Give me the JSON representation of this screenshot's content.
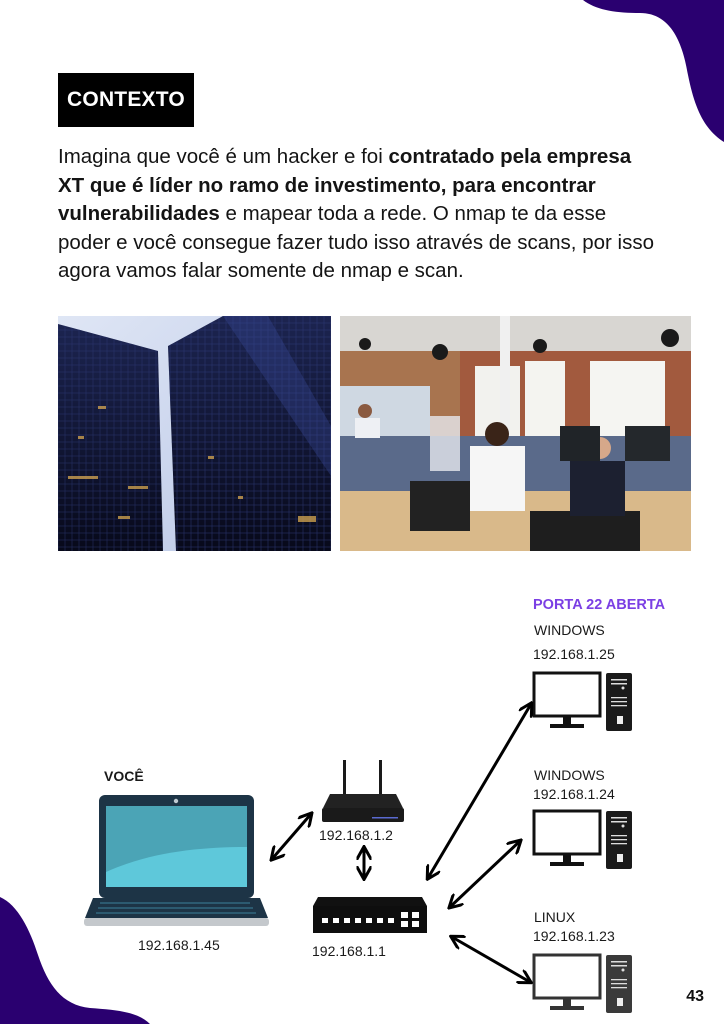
{
  "page": {
    "heading": "CONTEXTO",
    "page_number": "43",
    "accent_color": "#2a0070",
    "highlight_color": "#7b3fe4"
  },
  "intro": {
    "segments": [
      {
        "text": "Imagina que você é um hacker e foi ",
        "bold": false
      },
      {
        "text": "contratado pela empresa XT que é líder no ramo de investimento, para encontrar vulnerabilidades",
        "bold": true
      },
      {
        "text": " e mapear toda a rede. O nmap te da esse poder e você consegue fazer tudo isso através de scans, por isso agora vamos falar somente de nmap e scan.",
        "bold": false
      }
    ],
    "part1": "Imagina que você é um hacker e foi ",
    "part2": "contratado pela empresa XT que é líder no ramo de investimento, para encontrar vulnerabilidades",
    "part3": " e mapear toda a rede. O nmap te da esse poder e você consegue fazer tudo isso através de scans, por isso agora vamos falar somente de nmap e scan."
  },
  "photos": [
    {
      "subject": "skyscrapers",
      "description": "Dark glass office towers viewed from below"
    },
    {
      "subject": "office",
      "description": "Open-plan office with people at computers wearing headsets"
    }
  ],
  "diagram": {
    "you": {
      "label": "VOCÊ",
      "ip": "192.168.1.45",
      "icon": "laptop-icon"
    },
    "router": {
      "ip": "192.168.1.2",
      "icon": "wifi-router-icon"
    },
    "switch": {
      "ip": "192.168.1.1",
      "icon": "network-switch-icon"
    },
    "hosts": [
      {
        "status": "PORTA 22 ABERTA",
        "os": "WINDOWS",
        "ip": "192.168.1.25",
        "icon": "desktop-computer-icon"
      },
      {
        "os": "WINDOWS",
        "ip": "192.168.1.24",
        "icon": "desktop-computer-icon"
      },
      {
        "os": "LINUX",
        "ip": "192.168.1.23",
        "icon": "desktop-computer-icon"
      }
    ]
  }
}
